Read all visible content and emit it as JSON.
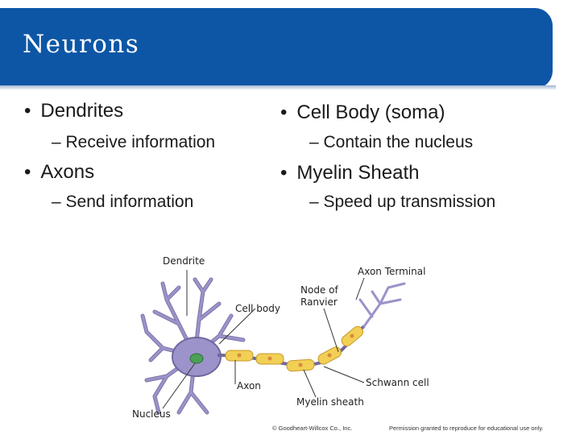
{
  "slide": {
    "title": "Neurons"
  },
  "bullets": {
    "dendrites": {
      "label": "Dendrites",
      "detail": "Receive information"
    },
    "axons": {
      "label": "Axons",
      "detail": "Send information"
    },
    "cell_body": {
      "label": "Cell Body (soma)",
      "detail": "Contain the nucleus"
    },
    "myelin": {
      "label": "Myelin Sheath",
      "detail": "Speed up transmission"
    }
  },
  "figure": {
    "labels": {
      "dendrite": "Dendrite",
      "axon_terminal": "Axon Terminal",
      "node_line1": "Node of",
      "node_line2": "Ranvier",
      "cell_body": "Cell body",
      "schwann_cell": "Schwann cell",
      "axon": "Axon",
      "myelin_sheath": "Myelin sheath",
      "nucleus": "Nucleus"
    },
    "colors": {
      "neuron": "#9b93c9",
      "neuron_outline": "#6f679f",
      "myelin": "#f2cf55",
      "myelin_node": "#d98a3c",
      "nucleus": "#4aa055"
    }
  },
  "footer": {
    "copyright": "© Goodheart-Willcox Co., Inc.",
    "permission": "Permission granted to reproduce for educational use only."
  }
}
